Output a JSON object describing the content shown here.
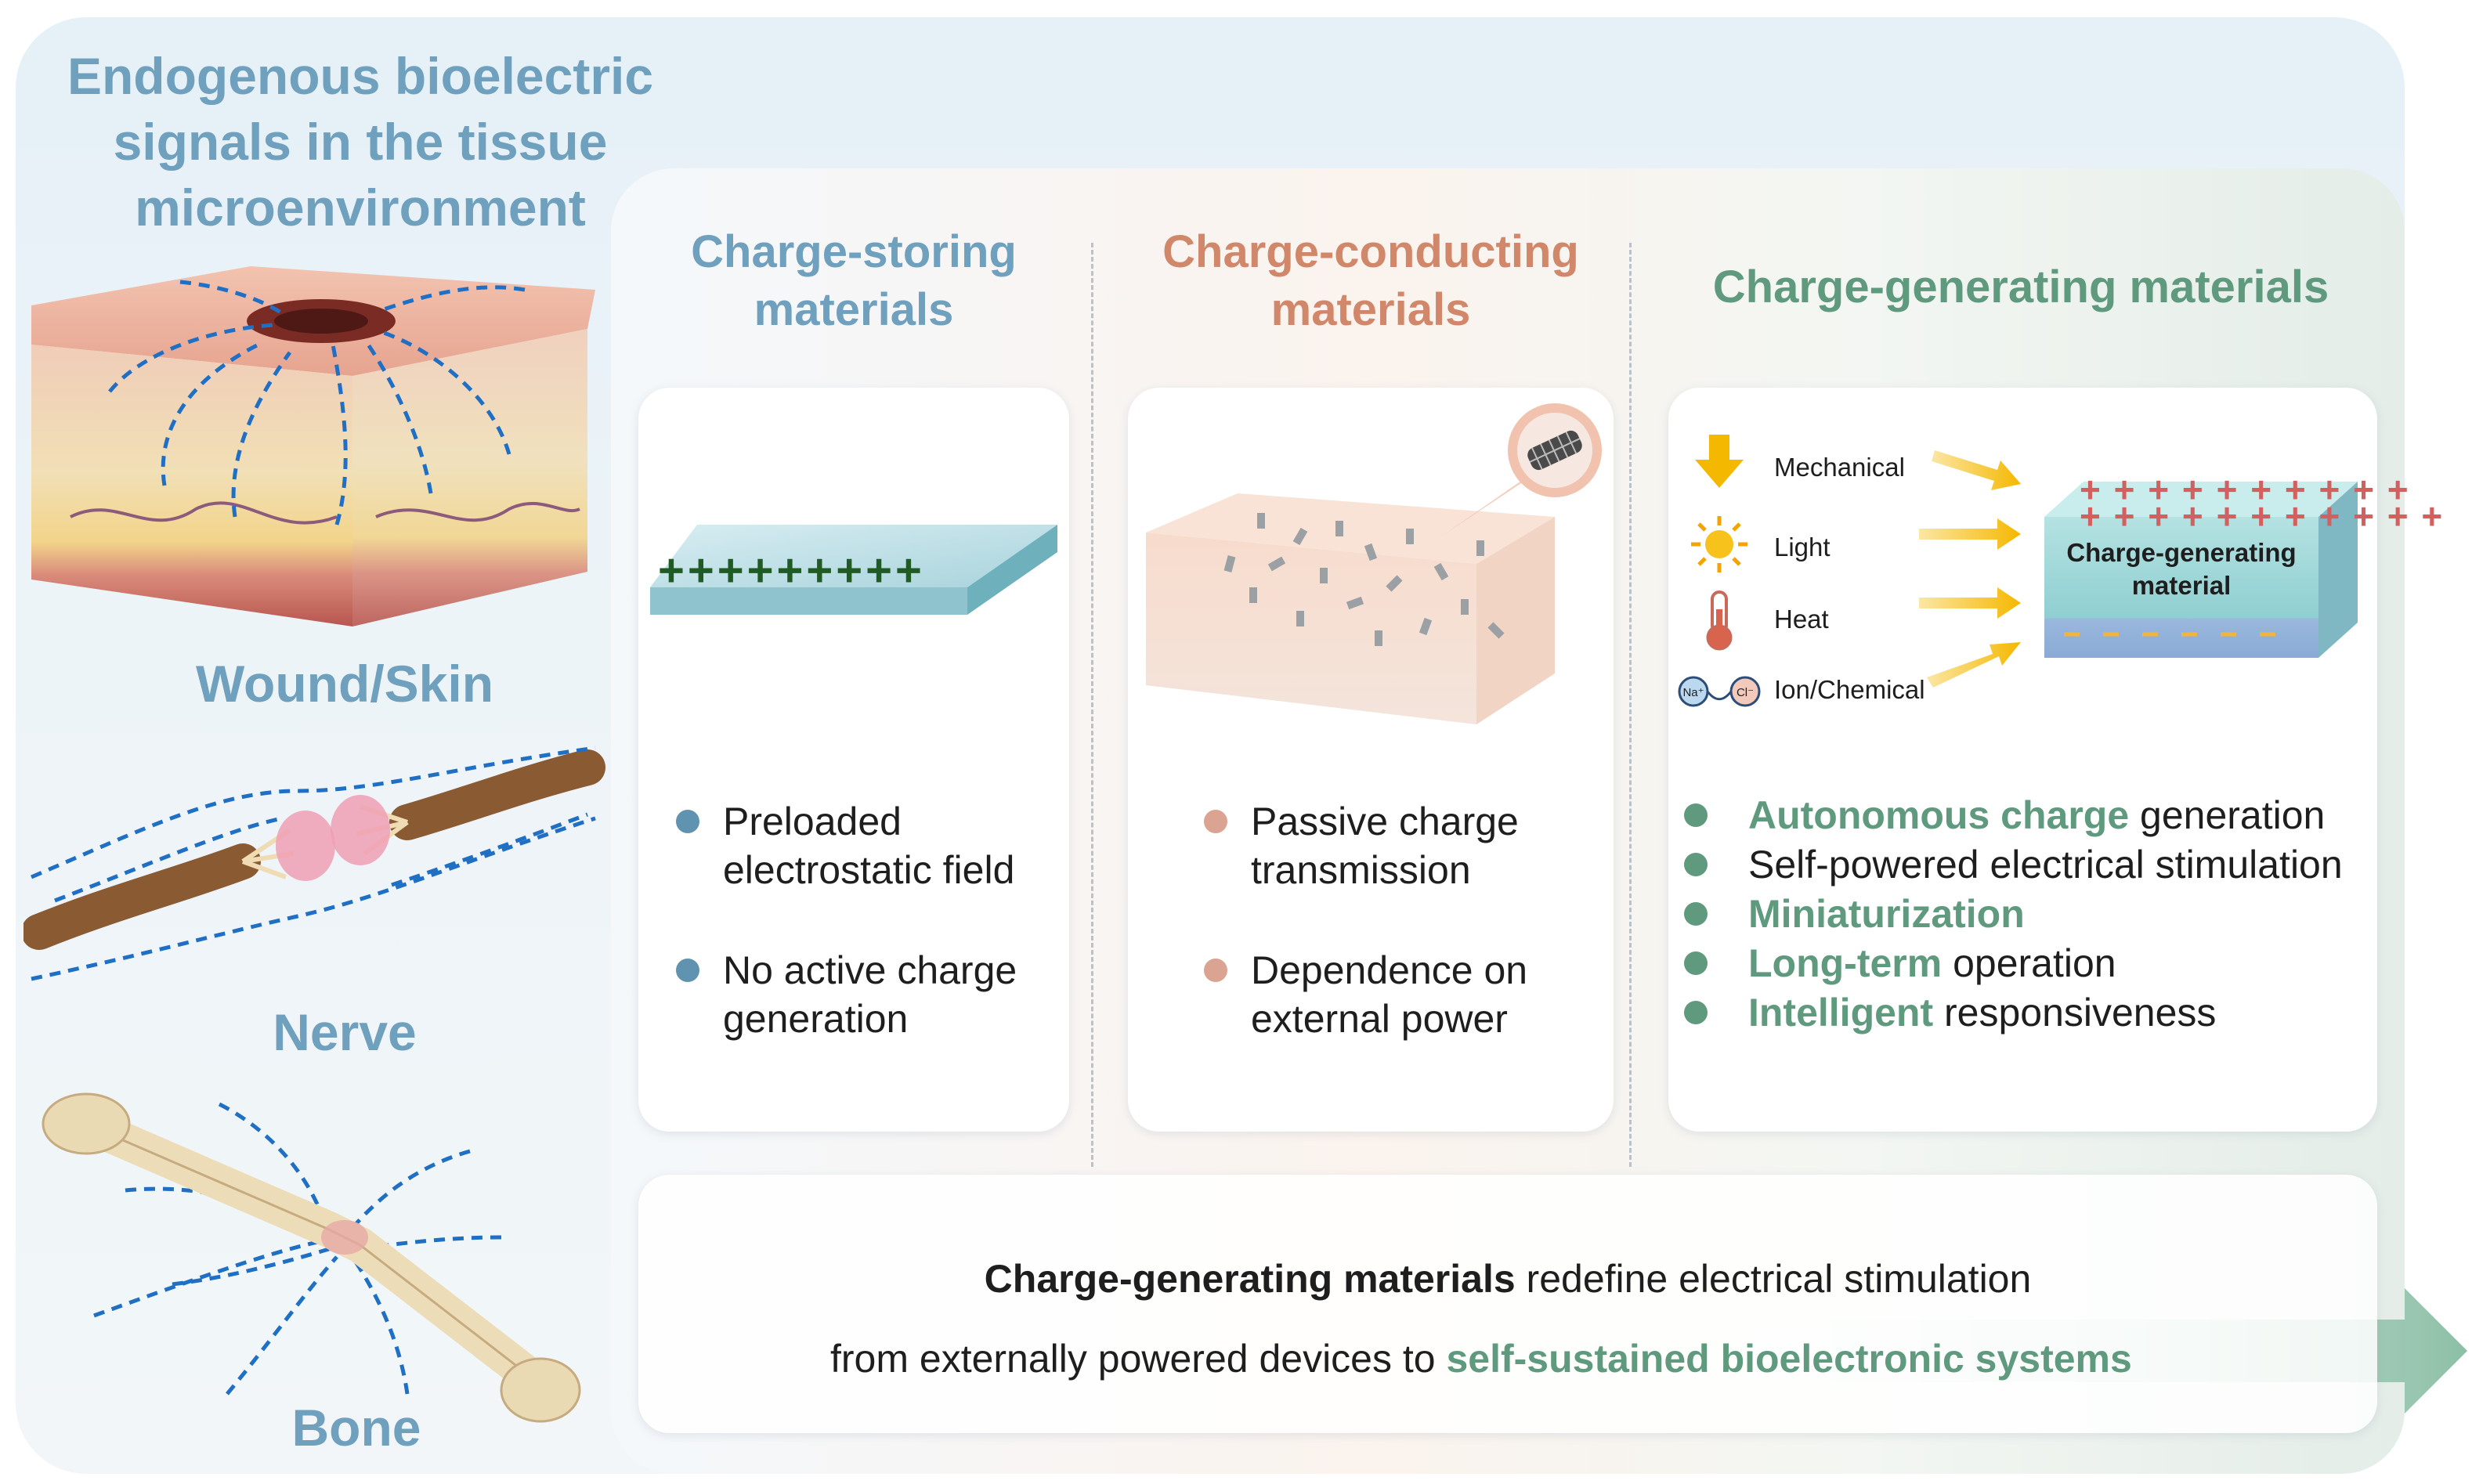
{
  "left": {
    "title": "Endogenous bioelectric signals in the tissue microenvironment",
    "tissues": [
      "Wound/Skin",
      "Nerve",
      "Bone"
    ]
  },
  "columns": {
    "storing": {
      "title": "Charge-storing materials",
      "charges": "+++++++++",
      "bullets": [
        "Preloaded electrostatic field",
        "No active charge generation"
      ]
    },
    "conducting": {
      "title": "Charge-conducting materials",
      "bullets": [
        "Passive charge transmission",
        "Dependence on external power"
      ]
    },
    "generating": {
      "title": "Charge-generating materials",
      "sources": [
        "Mechanical",
        "Light",
        "Heat",
        "Ion/Chemical"
      ],
      "ion_labels": [
        "Na⁺",
        "Cl⁻"
      ],
      "material_label": "Charge-generating material",
      "bullets": [
        {
          "highlight": "Autonomous charge",
          "rest": " generation"
        },
        {
          "highlight": "",
          "rest": "Self-powered electrical stimulation"
        },
        {
          "highlight": "Miniaturization",
          "rest": ""
        },
        {
          "highlight": "Long-term",
          "rest": " operation"
        },
        {
          "highlight": "Intelligent",
          "rest": " responsiveness"
        }
      ]
    }
  },
  "summary": {
    "line1_bold": "Charge-generating materials",
    "line1_rest": " redefine electrical stimulation",
    "line2_plain": "from externally powered devices to ",
    "line2_highlight": "self-sustained bioelectronic systems"
  },
  "colors": {
    "storing": "#6fa0bd",
    "conducting": "#d0876a",
    "generating": "#5f9a7e",
    "field_arrow": "#1f6fc4"
  }
}
